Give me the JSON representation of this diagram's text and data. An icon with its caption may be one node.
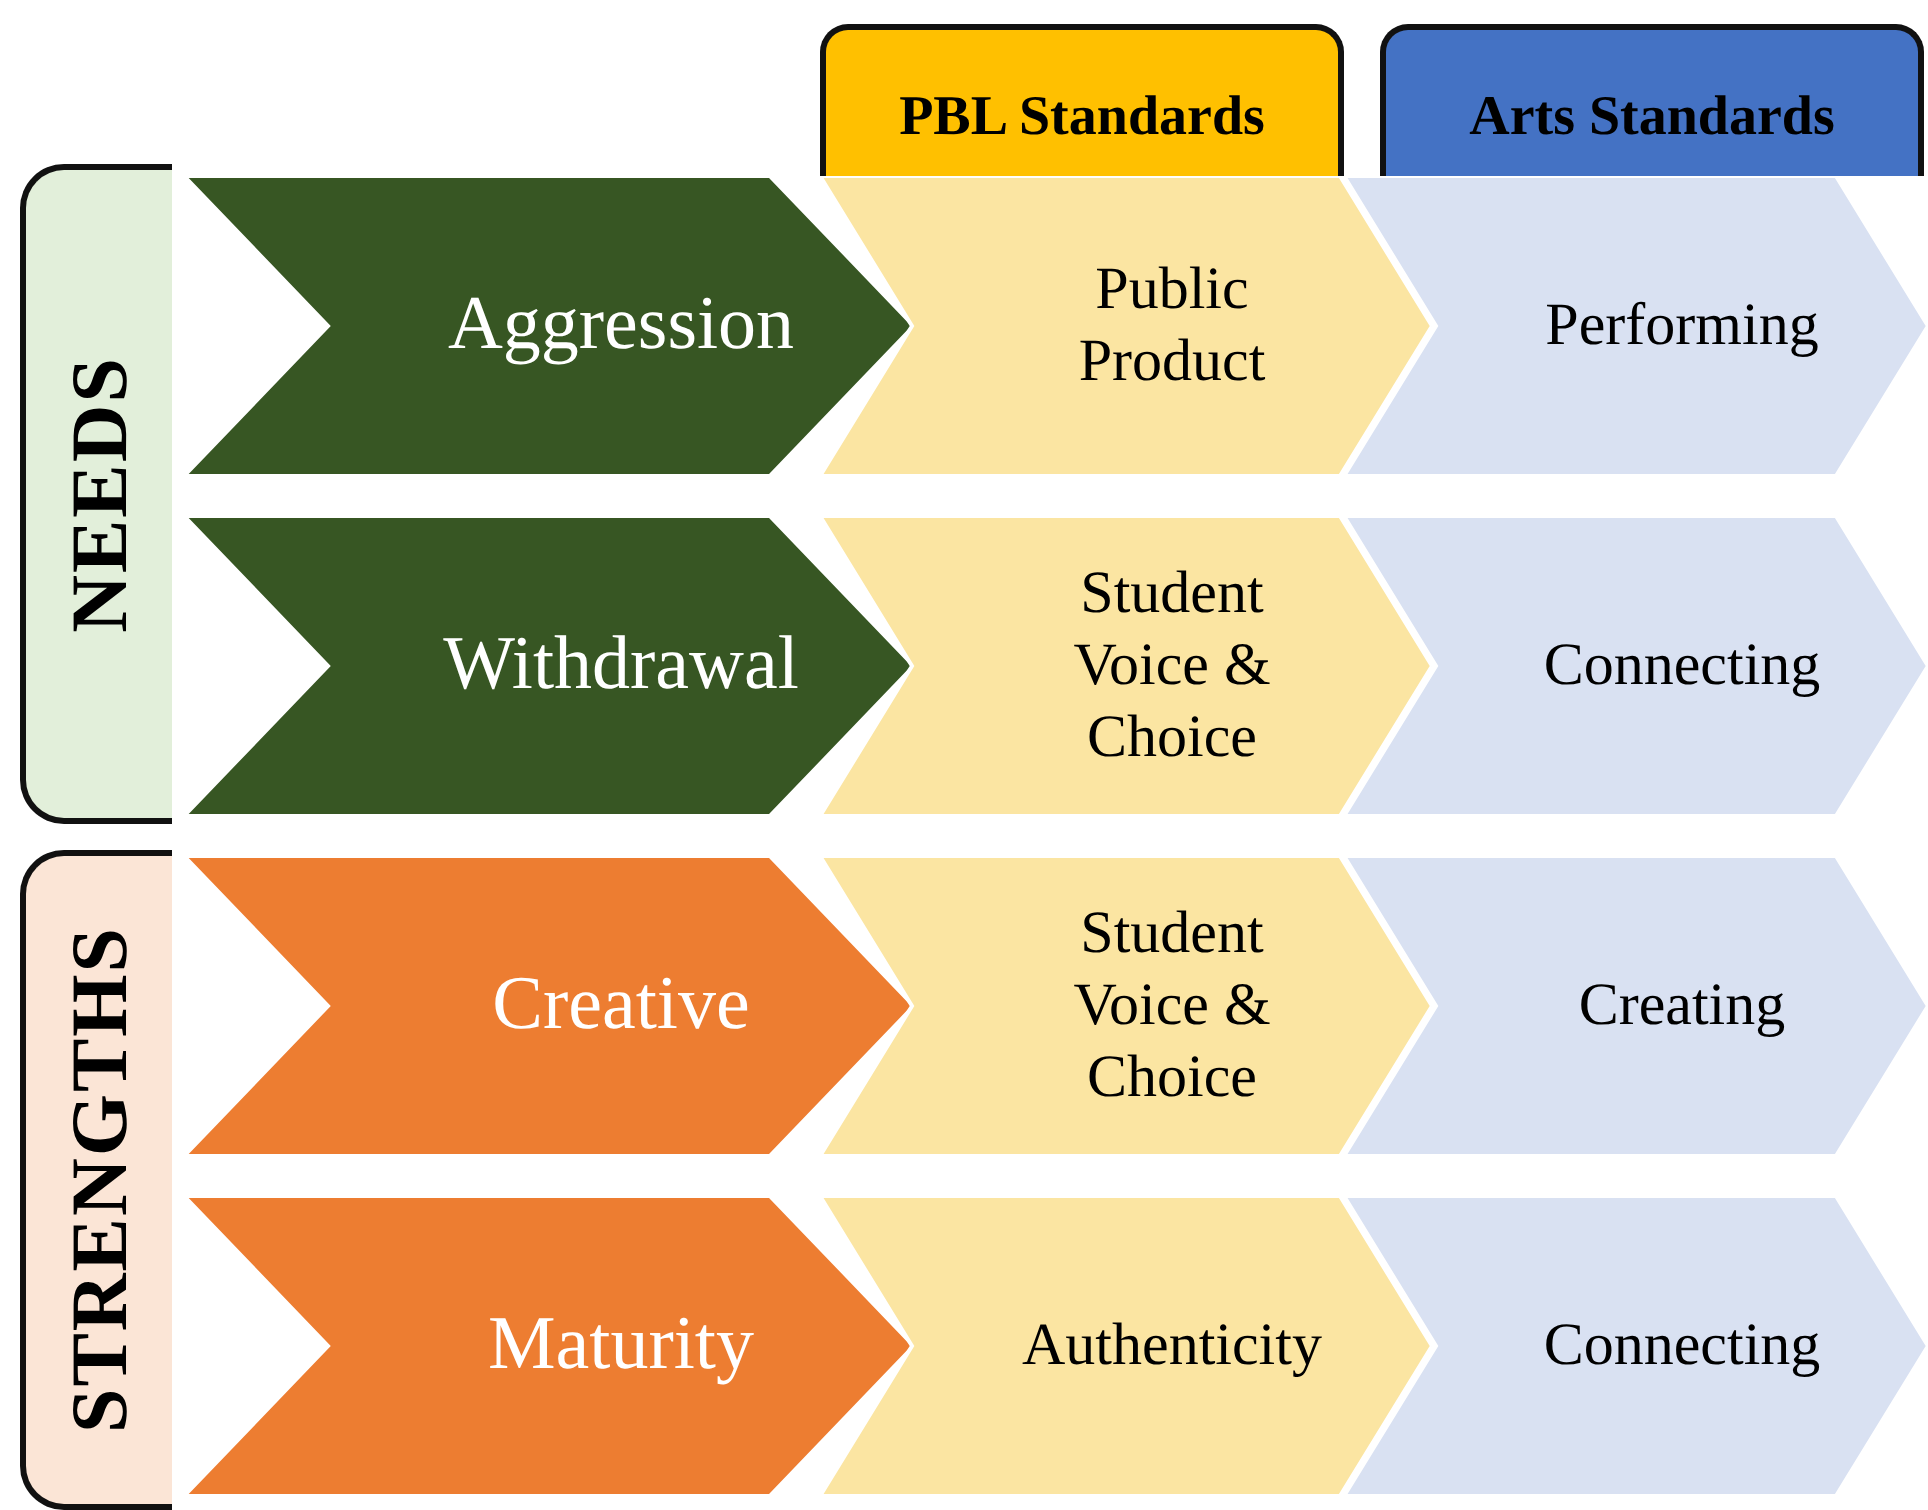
{
  "diagram": {
    "nodes": [
      {
        "text": [
          "PBL Standards"
        ]
      },
      {
        "text": [
          "Arts Standards"
        ]
      },
      {
        "text": [
          "NEEDS"
        ]
      },
      {
        "text": [
          "Aggression"
        ]
      },
      {
        "text": [
          "Public Product"
        ]
      },
      {
        "text": [
          "Performing"
        ]
      },
      {
        "text": [
          "Withdrawal"
        ]
      },
      {
        "text": [
          "Student Voice & Choice"
        ]
      },
      {
        "text": [
          "Connecting"
        ]
      },
      {
        "text": [
          "STRENGTHS"
        ]
      },
      {
        "text": [
          "Creative"
        ]
      },
      {
        "text": [
          "Student Voice & Choice"
        ]
      },
      {
        "text": [
          "Creating"
        ]
      },
      {
        "text": [
          "Maturity"
        ]
      },
      {
        "text": [
          "Authenticity"
        ]
      },
      {
        "text": [
          "Connecting"
        ]
      }
    ]
  }
}
